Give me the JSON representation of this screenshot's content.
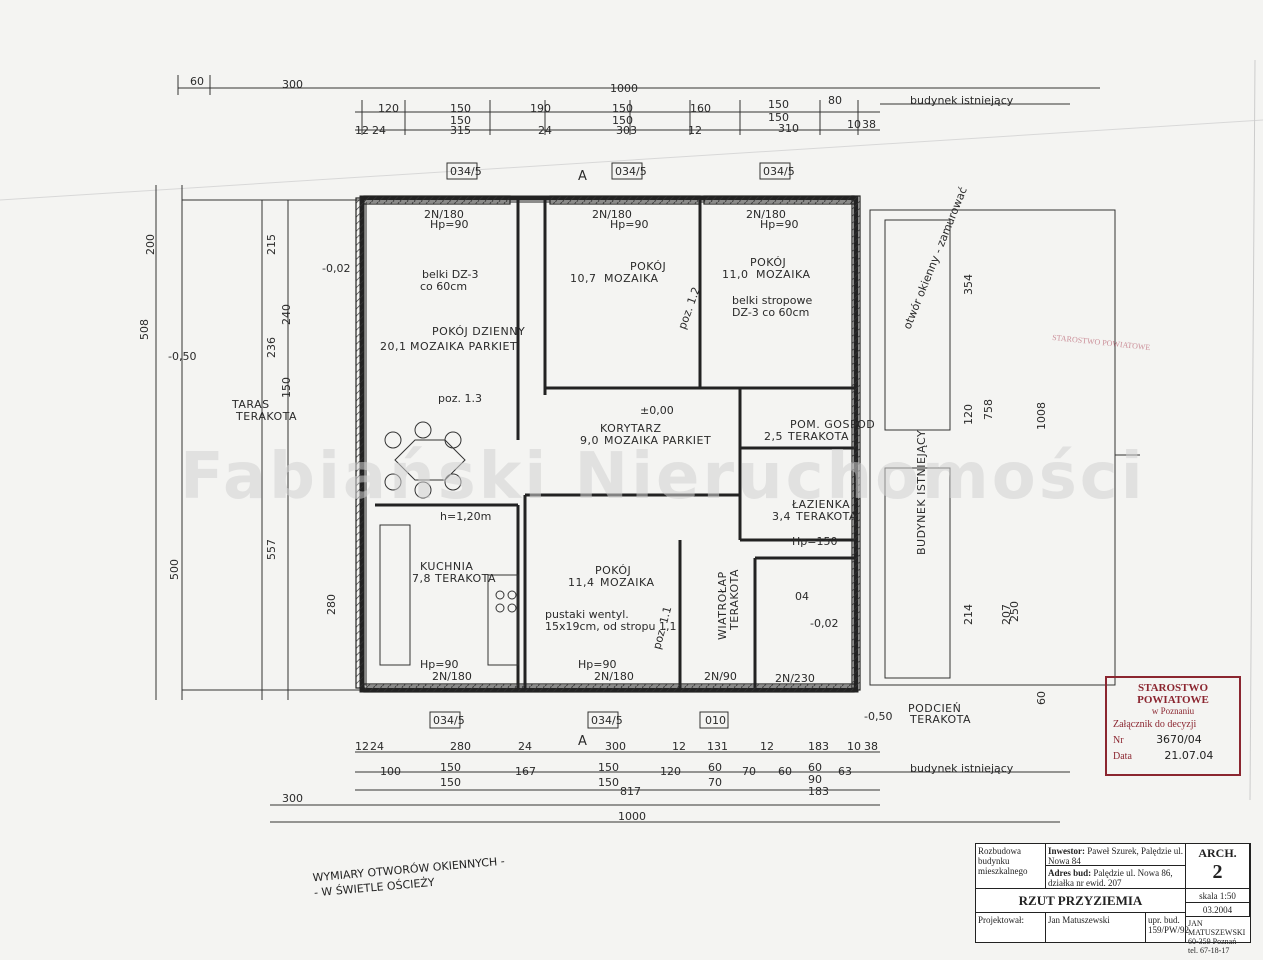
{
  "dims": {
    "top_outer": [
      "60",
      "300",
      "1000"
    ],
    "top_row1": [
      "120",
      "150",
      "190",
      "150",
      "160",
      "150",
      "80"
    ],
    "top_row2": [
      "150",
      "150",
      "150"
    ],
    "top_row3": [
      "12",
      "24",
      "315",
      "24",
      "303",
      "12",
      "310",
      "10",
      "38"
    ],
    "bottom_row1": [
      "12",
      "24",
      "280",
      "24",
      "300",
      "12",
      "131",
      "12",
      "183",
      "10",
      "38"
    ],
    "bottom_row2": [
      "100",
      "150",
      "167",
      "150",
      "120",
      "60",
      "70",
      "60",
      "60",
      "63"
    ],
    "bottom_row2b": [
      "150",
      "150",
      "70",
      "90",
      "183"
    ],
    "bottom_outer": [
      "300",
      "817",
      "1000"
    ],
    "left": [
      "508",
      "200",
      "215",
      "240",
      "236",
      "150",
      "500",
      "557",
      "280"
    ],
    "right": [
      "354",
      "758",
      "1008",
      "120",
      "214",
      "207",
      "250",
      "60"
    ],
    "budynek_top": "budynek istniejący",
    "budynek_bottom": "budynek istniejący"
  },
  "rooms": {
    "dzienny": {
      "name": "POKÓJ DZIENNY",
      "area": "20,1",
      "floor": "MOZAIKA PARKIET"
    },
    "pokoj1": {
      "name": "POKÓJ",
      "area": "10,7",
      "floor": "MOZAIKA"
    },
    "pokoj2": {
      "name": "POKÓJ",
      "area": "11,0",
      "floor": "MOZAIKA"
    },
    "korytarz": {
      "name": "KORYTARZ",
      "area": "9,0",
      "floor": "MOZAIKA PARKIET"
    },
    "gosp": {
      "name": "POM. GOSPOD",
      "area": "2,5",
      "floor": "TERAKOTA"
    },
    "lazienka": {
      "name": "ŁAZIENKA",
      "area": "3,4",
      "floor": "TERAKOTA"
    },
    "pokoj3": {
      "name": "POKÓJ",
      "area": "11,4",
      "floor": "MOZAIKA"
    },
    "kuchnia": {
      "name": "KUCHNIA",
      "area": "7,8",
      "floor": "TERAKOTA"
    },
    "wiatrolap": {
      "name": "WIATROŁAP",
      "floor": "TERAKOTA"
    },
    "podcien": {
      "name": "PODCIEŃ",
      "floor": "TERAKOTA"
    },
    "taras": {
      "name": "TARAS",
      "floor": "TERAKOTA"
    },
    "budynek": "BUDYNEK ISTNIEJĄCY"
  },
  "notes": {
    "belki1": "belki DZ-3",
    "belki1b": "co 60cm",
    "belki2": "belki stropowe",
    "belki2b": "DZ-3 co 60cm",
    "otwor": "otwór okienny - zamurować",
    "pustaki": "pustaki wentyl.",
    "pustaki2": "15x19cm, od stropu 1,1",
    "hp90": "Hp=90",
    "hp150": "Hp=150",
    "h120": "h=1,20m",
    "zn180": "2N/180",
    "zn230": "2N/230",
    "zn90": "2N/90",
    "pozA": "A",
    "label_0345": "034/5",
    "label_010": "010",
    "label_04": "04",
    "lvl_000": "±0,00",
    "lvl_002": "-0,02",
    "lvl_050": "-0,50",
    "poz13": "poz. 1.3",
    "poz12": "poz. 1.2",
    "poz11": "poz. 1.1",
    "lvl_m002": "-0,02",
    "lvl_m050": "-0,50"
  },
  "watermark": "Fabiański Nieruchomości",
  "wymiary_note": [
    "WYMIARY OTWORÓW OKIENNYCH -",
    "- W ŚWIETLE OŚCIEŻY"
  ],
  "stamp": {
    "title": "STAROSTWO POWIATOWE",
    "sub": "w Poznaniu",
    "line1": "Załącznik do decyzji",
    "nr_label": "Nr",
    "nr_value": "3670/04",
    "data_label": "Data",
    "data_value": "21.07.04"
  },
  "stamp_faint": "STAROSTWO POWIATOWE",
  "title_block": {
    "col1": "Rozbudowa budynku mieszkalnego",
    "inwestor_label": "Inwestor:",
    "inwestor": "Paweł Szurek, Palędzie ul. Nowa 84",
    "adres_label": "Adres bud:",
    "adres": "Palędzie ul. Nowa 86, działka nr ewid. 207",
    "arch": "ARCH.",
    "arch_no": "2",
    "title": "RZUT PRZYZIEMIA",
    "skala": "skala 1:50",
    "data": "03.2004",
    "projektowal_label": "Projektował:",
    "projektowal": "Jan Matuszewski",
    "upr": "upr. bud.",
    "upr_no": "159/PW/92",
    "stamp_name": "JAN MATUSZEWSKI",
    "stamp_addr": "60-359 Poznań",
    "stamp_tel": "tel. 67-18-17"
  }
}
